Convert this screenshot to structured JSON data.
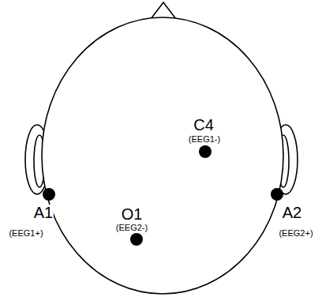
{
  "diagram": {
    "labels": [
      "C4",
      "(EEG1-)",
      "A1",
      "(EEG1+)",
      "O1",
      "(EEG2-)",
      "A2",
      "(EEG2+)"
    ]
  }
}
